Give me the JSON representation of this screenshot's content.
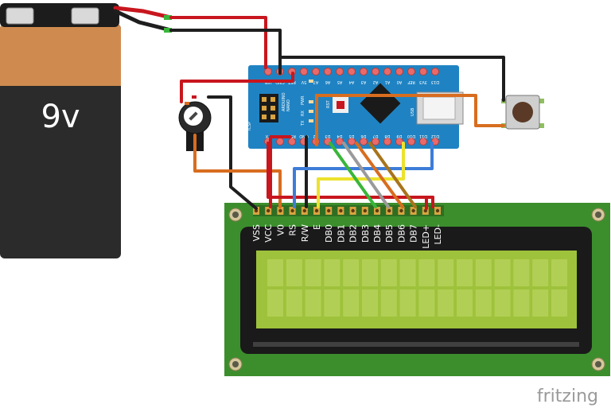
{
  "battery": {
    "label": "9v"
  },
  "nano": {
    "brand": "ARDUINO",
    "model": "NANO",
    "top_pins": [
      "VIN",
      "GND",
      "RST",
      "5V",
      "A7",
      "A6",
      "A5",
      "A4",
      "A3",
      "A2",
      "A1",
      "A0",
      "REF",
      "3V3",
      "D13"
    ],
    "bottom_pins": [
      "TX",
      "RX",
      "RST",
      "GND",
      "D2",
      "D3",
      "D4",
      "D5",
      "D6",
      "D7",
      "D8",
      "D9",
      "D10",
      "D11",
      "D12"
    ],
    "side_labels": [
      "RST",
      "PWR",
      "L",
      "ICSP",
      "RX",
      "TX",
      "USB"
    ]
  },
  "lcd": {
    "pins": [
      "VSS",
      "VCC",
      "V0",
      "RS",
      "R/W",
      "E",
      "DB0",
      "DB1",
      "DB2",
      "DB3",
      "DB4",
      "DB5",
      "DB6",
      "DB7",
      "LED+",
      "LED-"
    ]
  },
  "watermark": "fritzing",
  "colors": {
    "wire_red": "#c8161e",
    "wire_black": "#1e1e1e",
    "wire_orange": "#d86d1f",
    "wire_blue": "#3d7dd8",
    "wire_yellow": "#ece22d",
    "wire_green": "#39b639",
    "wire_gray": "#9a9a9a",
    "wire_brown": "#a8741c",
    "board_blue": "#1f83c3",
    "pcb_green": "#3c8e2d",
    "lcd_screen": "#9ec23b",
    "battery_copper": "#cf8b4f",
    "battery_black": "#2b2b2b"
  }
}
